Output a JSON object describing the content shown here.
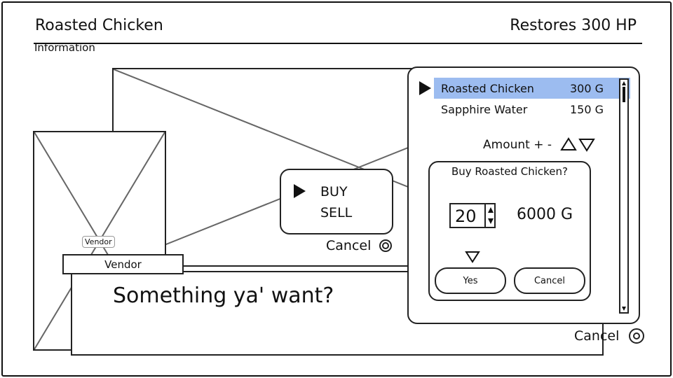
{
  "header": {
    "item_name": "Roasted Chicken",
    "effect": "Restores 300 HP",
    "section_label": "Information"
  },
  "vendor": {
    "portrait_label": "Vendor",
    "name_tag": "Vendor",
    "dialogue": "Something ya' want?"
  },
  "action_menu": {
    "items": [
      {
        "label": "BUY"
      },
      {
        "label": "SELL"
      }
    ],
    "selected_index": 0,
    "cancel_label": "Cancel"
  },
  "shop_list": {
    "items": [
      {
        "name": "Roasted Chicken",
        "price": "300 G"
      },
      {
        "name": "Sapphire Water",
        "price": "150 G"
      }
    ],
    "selected_index": 0,
    "highlight_color": "#9cbcf0",
    "amount_label": "Amount + -",
    "cancel_label": "Cancel"
  },
  "confirm_dialog": {
    "prompt": "Buy Roasted Chicken?",
    "quantity": "20",
    "total": "6000 G",
    "yes_label": "Yes",
    "cancel_label": "Cancel"
  }
}
